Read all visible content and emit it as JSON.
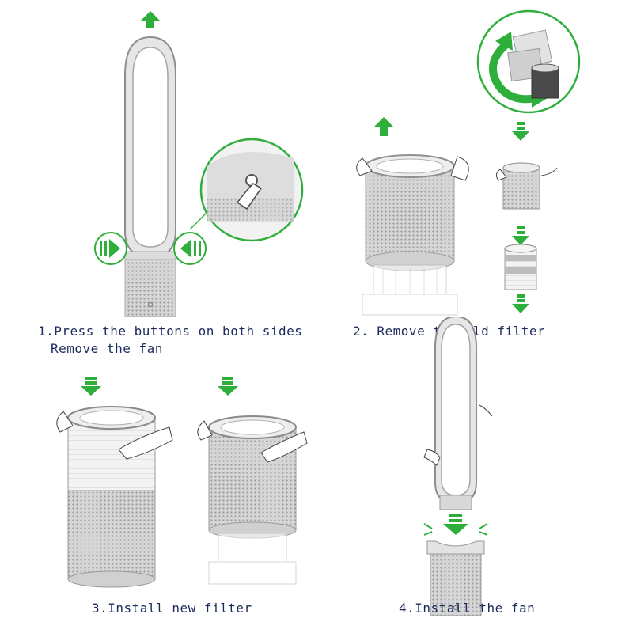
{
  "steps": [
    {
      "line1": "1.Press the buttons on both sides",
      "line2": "Remove the fan"
    },
    {
      "line1": "2. Remove the old filter"
    },
    {
      "line1": "3.Install new filter"
    },
    {
      "line1": "4.Install the fan"
    }
  ],
  "colors": {
    "accent_green": "#2eae3a",
    "outline_grey": "#9a9a9a",
    "body_grey": "#cfcfcf",
    "caption_blue": "#1b2a5c"
  },
  "icons": [
    "up-arrow-icon",
    "down-arrow-icon",
    "press-arrow-icon",
    "rotate-arrow-icon"
  ]
}
